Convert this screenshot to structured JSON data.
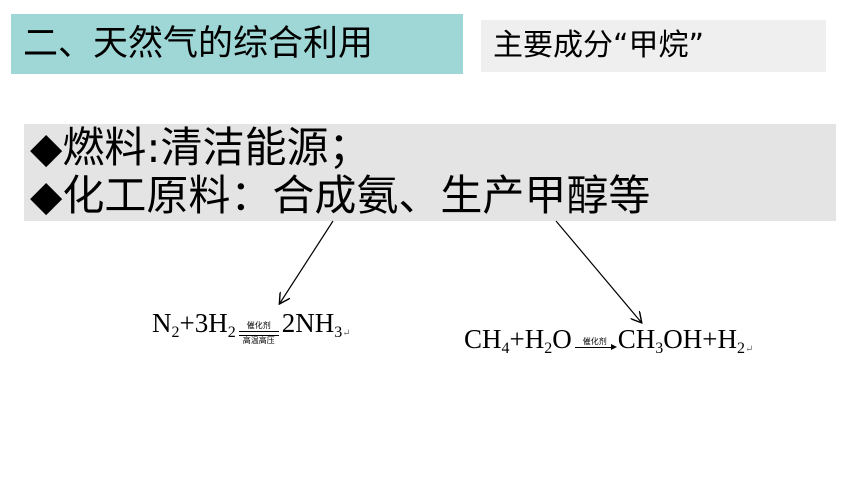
{
  "title": "二、天然气的综合利用",
  "subtitle": "主要成分“甲烷”",
  "bullets": [
    {
      "mark": "◆",
      "text": "燃料:清洁能源；"
    },
    {
      "mark": "◆",
      "text": "化工原料：合成氨、生产甲醇等"
    }
  ],
  "equation1": {
    "r1": "N",
    "r1_sub": "2",
    "plus": "+3H",
    "r2_sub": "2",
    "cond_top": "催化剂",
    "cond_bottom": "高温高压",
    "p1": "2NH",
    "p1_sub": "3",
    "mark": "↵"
  },
  "equation2": {
    "r1": "CH",
    "r1_sub": "4",
    "plus": "+H",
    "r2_sub": "2",
    "r2_tail": "O",
    "cond_top": "催化剂",
    "p1": "CH",
    "p1_sub": "3",
    "p1_tail": "OH+H",
    "p2_sub": "2",
    "mark": "↵"
  }
}
